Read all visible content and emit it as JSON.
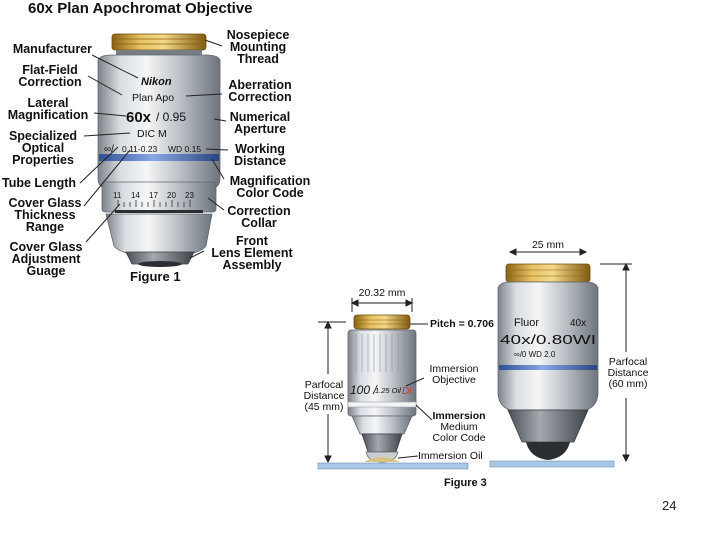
{
  "title": "60x Plan Apochromat Objective",
  "figure1": {
    "caption": "Figure 1",
    "barrel": {
      "brand": "Nikon",
      "type": "Plan Apo",
      "mag": "60x",
      "na": "/ 0.95",
      "dic": "DIC M",
      "tube": "∞/",
      "cover_range": "0.11-0.23",
      "wd": "WD 0.15",
      "collar_ticks": [
        "11",
        "14",
        "17",
        "20",
        "23"
      ]
    },
    "labels_left": {
      "manufacturer": "Manufacturer",
      "flat_field": [
        "Flat-Field",
        "Correction"
      ],
      "lateral_mag": [
        "Lateral",
        "Magnification"
      ],
      "specialized": [
        "Specialized",
        "Optical",
        "Properties"
      ],
      "tube_length": "Tube Length",
      "cover_glass_thickness": [
        "Cover Glass",
        "Thickness",
        "Range"
      ],
      "cover_glass_gauge": [
        "Cover Glass",
        "Adjustment",
        "Guage"
      ]
    },
    "labels_right": {
      "nosepiece": [
        "Nosepiece",
        "Mounting",
        "Thread"
      ],
      "aberration": [
        "Aberration",
        "Correction"
      ],
      "numerical_aperture": [
        "Numerical",
        "Aperture"
      ],
      "working_distance": [
        "Working",
        "Distance"
      ],
      "color_code": [
        "Magnification",
        "Color Code"
      ],
      "correction_collar": [
        "Correction",
        "Collar"
      ],
      "front_lens": [
        "Front",
        "Lens Element",
        "Assembly"
      ]
    }
  },
  "figure3": {
    "caption": "Figure 3",
    "small_width": "20.32 mm",
    "pitch": "Pitch = 0.706",
    "parfocal_45": [
      "Parfocal",
      "Distance",
      "(45 mm)"
    ],
    "immersion_objective": [
      "Immersion",
      "Objective"
    ],
    "immersion_medium": [
      "Immersion",
      "Medium",
      "Color Code"
    ],
    "immersion_oil": "Immersion Oil",
    "small_barrel": {
      "mag": "100 /",
      "tube": "1.25 Oil",
      "extra": "Dl"
    },
    "large_width": "25 mm",
    "parfocal_60": [
      "Parfocal",
      "Distance",
      "(60 mm)"
    ],
    "large_barrel": {
      "fluor": "Fluor",
      "mag40": "40x",
      "na": "40x/0.80WI",
      "wd": "∞/0  WD  2.0"
    }
  },
  "page_number": "24",
  "colors": {
    "gold": "#c79a2a",
    "blue_band": "#4a73c4",
    "steel": "#b9bec4",
    "slide": "#a9c7e6"
  }
}
